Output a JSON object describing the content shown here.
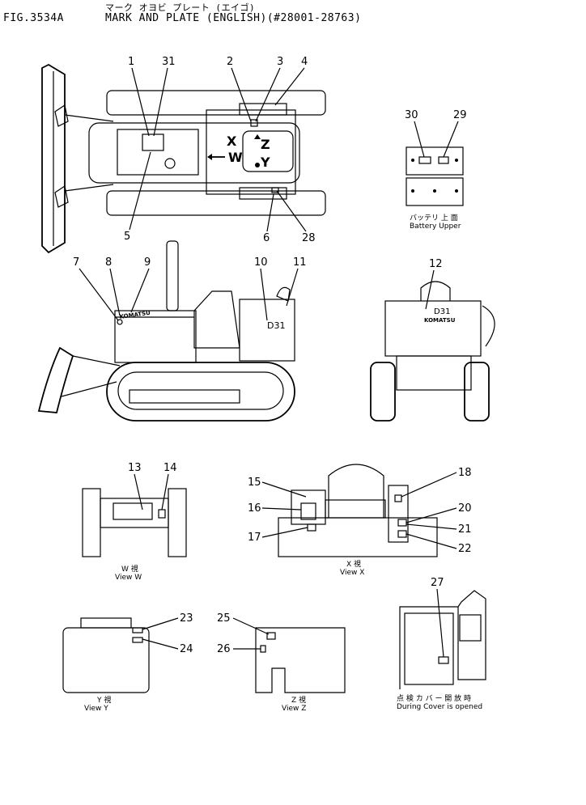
{
  "header": {
    "fig_number": "FIG.3534A",
    "subtitle_jp": "マーク オヨビ プレート (エイゴ)",
    "title": "MARK AND PLATE (ENGLISH)(#28001-28763)"
  },
  "callouts": {
    "c1": "1",
    "c2": "2",
    "c3": "3",
    "c4": "4",
    "c5": "5",
    "c6": "6",
    "c7": "7",
    "c8": "8",
    "c9": "9",
    "c10": "10",
    "c11": "11",
    "c12": "12",
    "c13": "13",
    "c14": "14",
    "c15": "15",
    "c16": "16",
    "c17": "17",
    "c18": "18",
    "c20": "20",
    "c21": "21",
    "c22": "22",
    "c23": "23",
    "c24": "24",
    "c25": "25",
    "c26": "26",
    "c27": "27",
    "c28": "28",
    "c29": "29",
    "c30": "30",
    "c31": "31"
  },
  "view_letters": {
    "x": "X",
    "w": "W",
    "z": "Z",
    "y": "Y"
  },
  "plate_text": {
    "model": "D31",
    "brand": "KOMATSU"
  },
  "captions": {
    "battery_jp": "バッテリ 上 面",
    "battery_en": "Battery Upper",
    "view_w_jp": "W 視",
    "view_w_en": "View W",
    "view_x_jp": "X 視",
    "view_x_en": "View X",
    "view_y_jp": "Y 視",
    "view_y_en": "View Y",
    "view_z_jp": "Z 視",
    "view_z_en": "View Z",
    "cover_jp": "点 検 カ バ ー 開 放 時",
    "cover_en": "During Cover is opened"
  }
}
